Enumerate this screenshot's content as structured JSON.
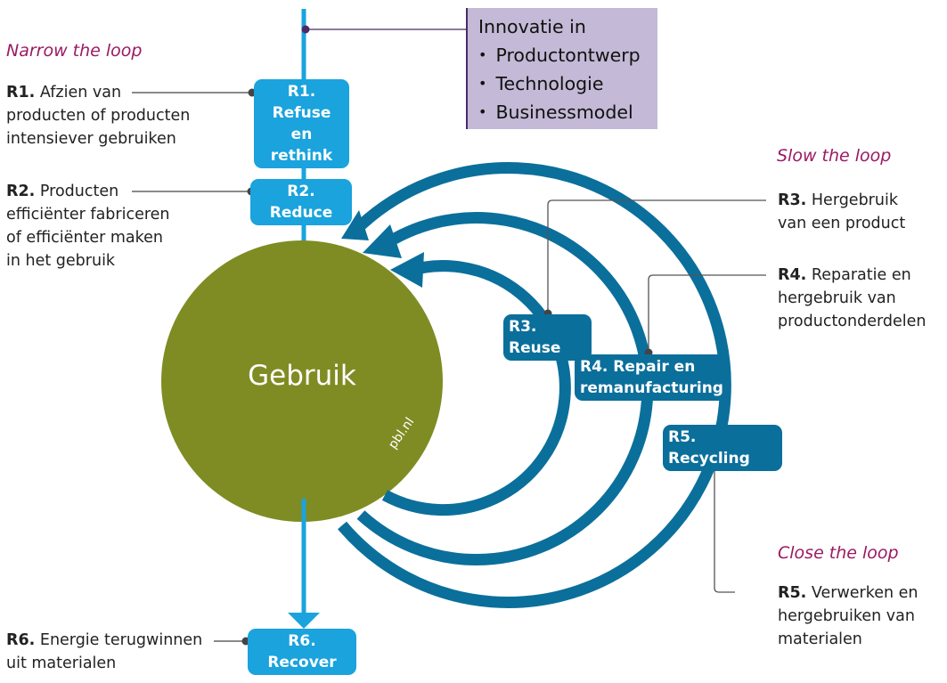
{
  "colors": {
    "light_blue": "#1aa3dd",
    "dark_blue": "#0b6f9b",
    "olive": "#7f8c23",
    "loop_label": "#9b1a63",
    "innovation_box": "#c4b9d6",
    "connector": "#444444"
  },
  "innovation": {
    "title": "Innovatie in",
    "items": [
      "Productontwerp",
      "Technologie",
      "Businessmodel"
    ]
  },
  "center": {
    "label": "Gebruik",
    "watermark": "pbl.nl"
  },
  "loops": {
    "narrow": "Narrow the loop",
    "slow": "Slow the loop",
    "close": "Close the loop"
  },
  "strategies": [
    {
      "code": "R1.",
      "box_label": "R1. Refuse en rethink",
      "box_line1": "R1. Refuse",
      "box_line2": "en rethink",
      "desc_lines": [
        "Afzien van",
        "producten of producten",
        "intensiever gebruiken"
      ]
    },
    {
      "code": "R2.",
      "box_label": "R2. Reduce",
      "desc_lines": [
        "Producten",
        "efficiënter fabriceren",
        "of efficiënter maken",
        "in het gebruik"
      ]
    },
    {
      "code": "R3.",
      "box_label": "R3. Reuse",
      "desc_lines": [
        "Hergebruik",
        "van een product"
      ]
    },
    {
      "code": "R4.",
      "box_label": "R4. Repair en remanufacturing",
      "box_line1": "R4. Repair en",
      "box_line2": "remanufacturing",
      "desc_lines": [
        "Reparatie en",
        "hergebruik van",
        "productonderdelen"
      ]
    },
    {
      "code": "R5.",
      "box_label": "R5. Recycling",
      "desc_lines": [
        "Verwerken en",
        "hergebruiken van",
        "materialen"
      ]
    },
    {
      "code": "R6.",
      "box_label": "R6. Recover",
      "desc_lines": [
        "Energie terugwinnen",
        "uit materialen"
      ]
    }
  ]
}
